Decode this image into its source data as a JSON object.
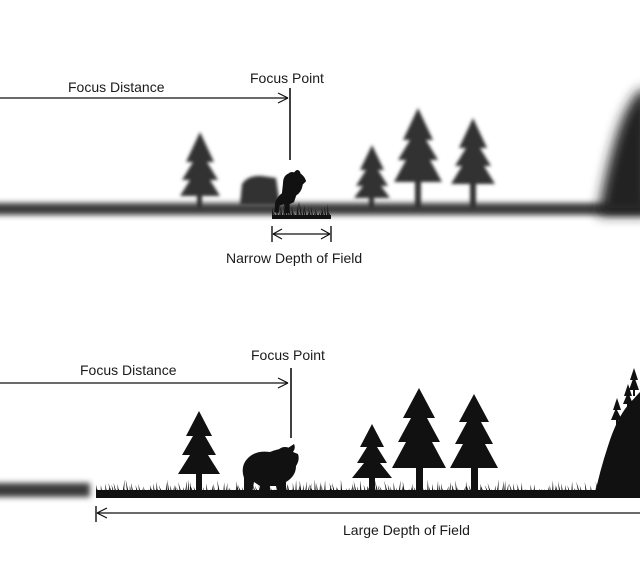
{
  "panels": [
    {
      "focus_distance_label": "Focus Distance",
      "focus_point_label": "Focus Point",
      "depth_label": "Narrow Depth of Field"
    },
    {
      "focus_distance_label": "Focus Distance",
      "focus_point_label": "Focus Point",
      "depth_label": "Large Depth of Field"
    }
  ],
  "colors": {
    "ink": "#111111",
    "blur": "#3a3a3a",
    "background": "#ffffff"
  },
  "icons": [
    "tree-icon",
    "bear-icon",
    "hill-icon",
    "grass-strip",
    "arrow-icon"
  ]
}
